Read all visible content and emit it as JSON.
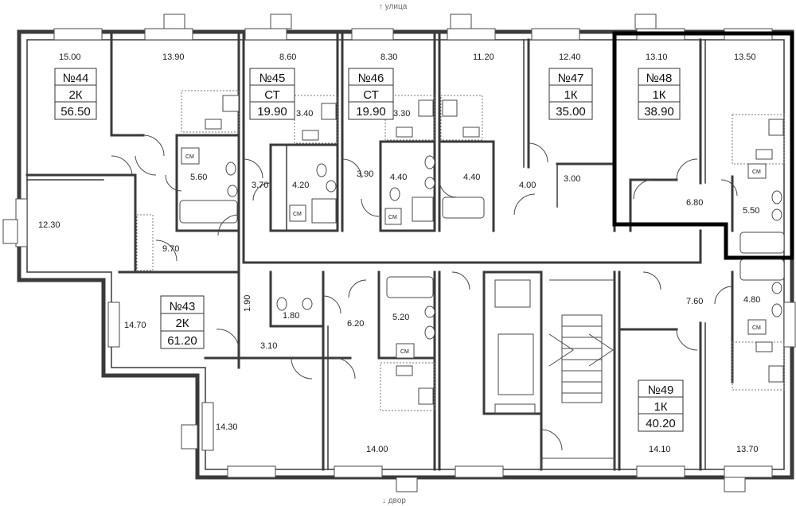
{
  "compass": {
    "top": "↑ улица",
    "bottom": "↓ двор"
  },
  "fixture_label": "СМ",
  "apartments": [
    {
      "id": "44",
      "number": "№44",
      "type": "2К",
      "area": "56.50"
    },
    {
      "id": "45",
      "number": "№45",
      "type": "СТ",
      "area": "19.90"
    },
    {
      "id": "46",
      "number": "№46",
      "type": "СТ",
      "area": "19.90"
    },
    {
      "id": "47",
      "number": "№47",
      "type": "1К",
      "area": "35.00"
    },
    {
      "id": "48",
      "number": "№48",
      "type": "1К",
      "area": "38.90",
      "highlighted": true
    },
    {
      "id": "43",
      "number": "№43",
      "type": "2К",
      "area": "61.20"
    },
    {
      "id": "49",
      "number": "№49",
      "type": "1К",
      "area": "40.20"
    }
  ],
  "room_areas": [
    "15.00",
    "13.90",
    "8.60",
    "8.30",
    "11.20",
    "12.40",
    "13.10",
    "13.50",
    "5.60",
    "3.40",
    "3.30",
    "3.70",
    "4.20",
    "3.90",
    "4.40",
    "4.40",
    "4.00",
    "3.00",
    "6.80",
    "5.50",
    "12.30",
    "9.70",
    "14.70",
    "1.90",
    "1.80",
    "3.10",
    "6.20",
    "5.20",
    "7.60",
    "4.80",
    "14.30",
    "14.00",
    "14.10",
    "13.70"
  ]
}
